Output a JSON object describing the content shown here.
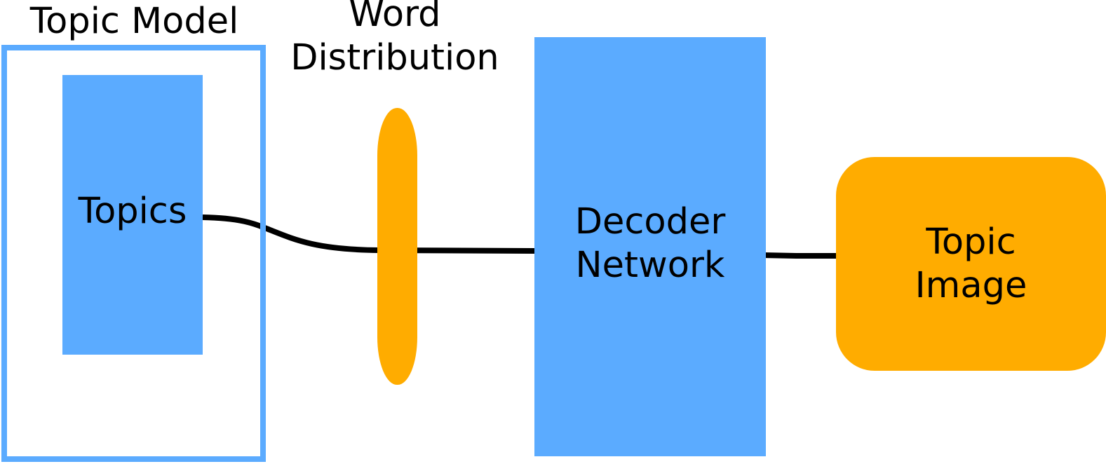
{
  "colors": {
    "blue": "#5babff",
    "orange": "#ffac00",
    "line": "#000000"
  },
  "topic_model": {
    "title": "Topic Model",
    "topics_label": "Topics"
  },
  "word_distribution": {
    "title_line1": "Word",
    "title_line2": "Distribution"
  },
  "decoder_network": {
    "line1": "Decoder",
    "line2": "Network"
  },
  "topic_image": {
    "line1": "Topic",
    "line2": "Image"
  }
}
